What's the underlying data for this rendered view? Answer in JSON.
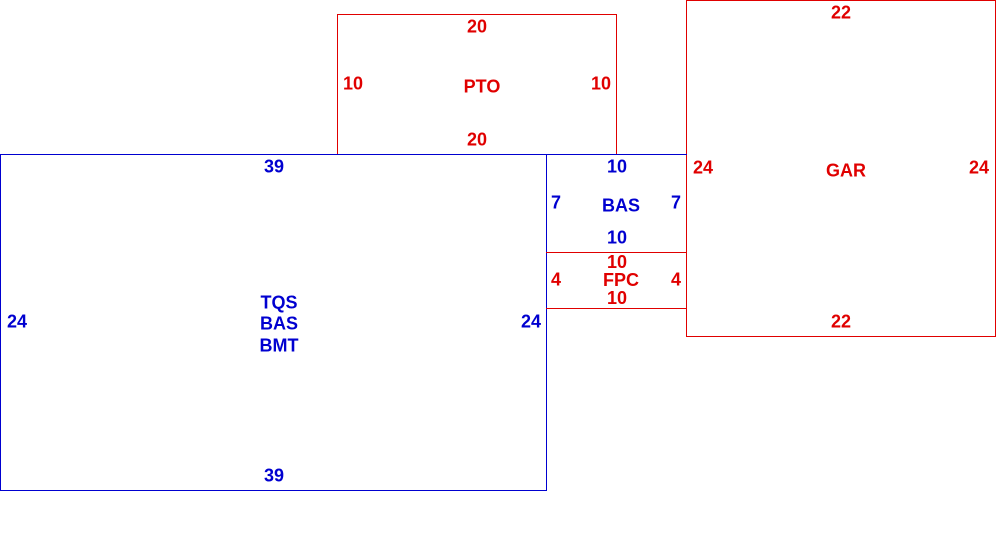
{
  "colors": {
    "red": "#e00000",
    "blue": "#0000d0"
  },
  "boxes": {
    "pto": {
      "name": "PTO",
      "top": "20",
      "bottom": "20",
      "left": "10",
      "right": "10"
    },
    "gar": {
      "name": "GAR",
      "top": "22",
      "bottom": "22",
      "left": "24",
      "right": "24"
    },
    "tqs": {
      "names": [
        "TQS",
        "BAS",
        "BMT"
      ],
      "top": "39",
      "bottom": "39",
      "left": "24",
      "right": "24"
    },
    "bas": {
      "name": "BAS",
      "top": "10",
      "bottom": "10",
      "left": "7",
      "right": "7"
    },
    "fpc": {
      "name": "FPC",
      "top": "10",
      "bottom": "10",
      "left": "4",
      "right": "4"
    }
  }
}
